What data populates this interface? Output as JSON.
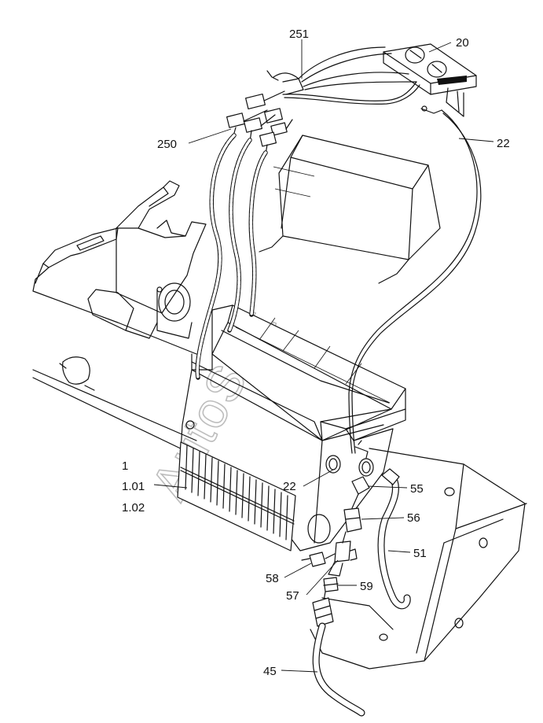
{
  "watermark": "AutoSoft",
  "callouts": {
    "c251": "251",
    "c20": "20",
    "c250": "250",
    "c22_top": "22",
    "c1": "1",
    "c101": "1.01",
    "c102": "1.02",
    "c22_mid": "22",
    "c55": "55",
    "c56": "56",
    "c51": "51",
    "c58": "58",
    "c57": "57",
    "c59": "59",
    "c45": "45"
  }
}
